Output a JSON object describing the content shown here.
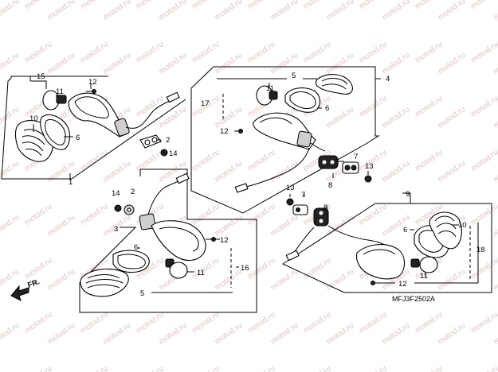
{
  "diagram": {
    "part_code": "MFJ3F2502A",
    "front_marker": "FR.",
    "watermark": "motod.ru",
    "callouts": {
      "a15": "15",
      "a11": "11",
      "a12": "12",
      "a10": "10",
      "a6": "6",
      "a2": "2",
      "a14": "14",
      "a1": "1",
      "b5": "5",
      "b4": "4",
      "b11": "11",
      "b17": "17",
      "b6": "6",
      "b12": "12",
      "b7": "7",
      "b13": "13",
      "b8": "8",
      "c14": "14",
      "c2": "2",
      "c3": "3",
      "c12": "12",
      "c6": "6",
      "c16": "16",
      "c11": "11",
      "c5": "5",
      "d13": "13",
      "d7": "7",
      "d8": "8",
      "d9": "9",
      "d10": "10",
      "d6": "6",
      "d18": "18",
      "d11": "11",
      "d12": "12"
    }
  }
}
